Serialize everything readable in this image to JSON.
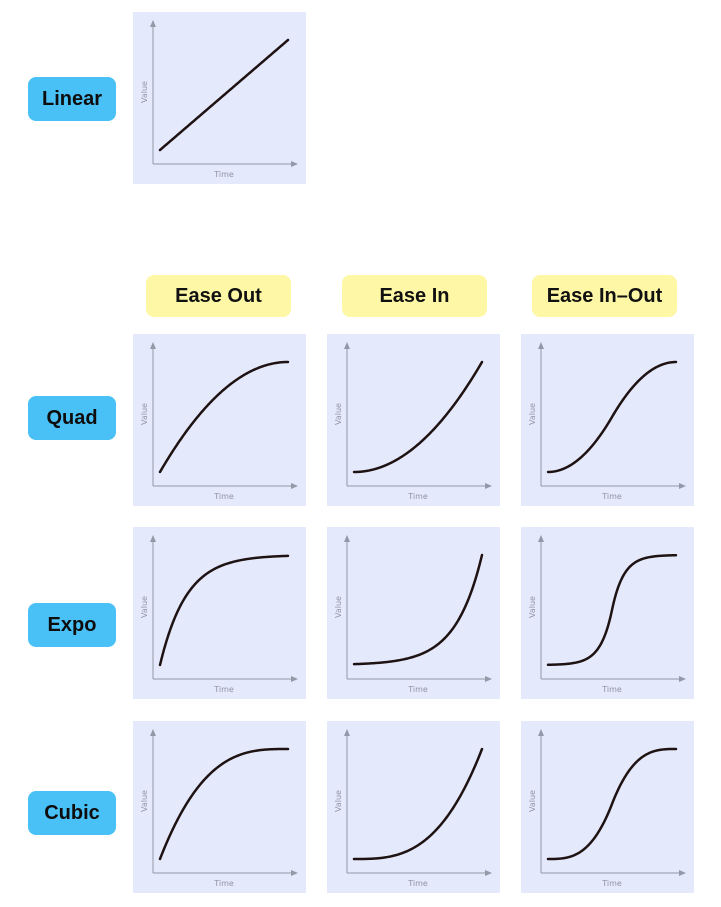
{
  "rows": [
    {
      "key": "linear",
      "label": "Linear"
    },
    {
      "key": "quad",
      "label": "Quad"
    },
    {
      "key": "expo",
      "label": "Expo"
    },
    {
      "key": "cubic",
      "label": "Cubic"
    }
  ],
  "columns": [
    {
      "key": "out",
      "label": "Ease Out"
    },
    {
      "key": "in",
      "label": "Ease In"
    },
    {
      "key": "inout",
      "label": "Ease In–Out"
    }
  ],
  "axis_labels": {
    "x": "Time",
    "y": "Value"
  },
  "colors": {
    "row_label_bg": "#49c1f6",
    "column_label_bg": "#fdf7a6",
    "panel_bg": "#e5e9fc",
    "curve": "#1e1212",
    "axis": "#9499a8"
  }
}
